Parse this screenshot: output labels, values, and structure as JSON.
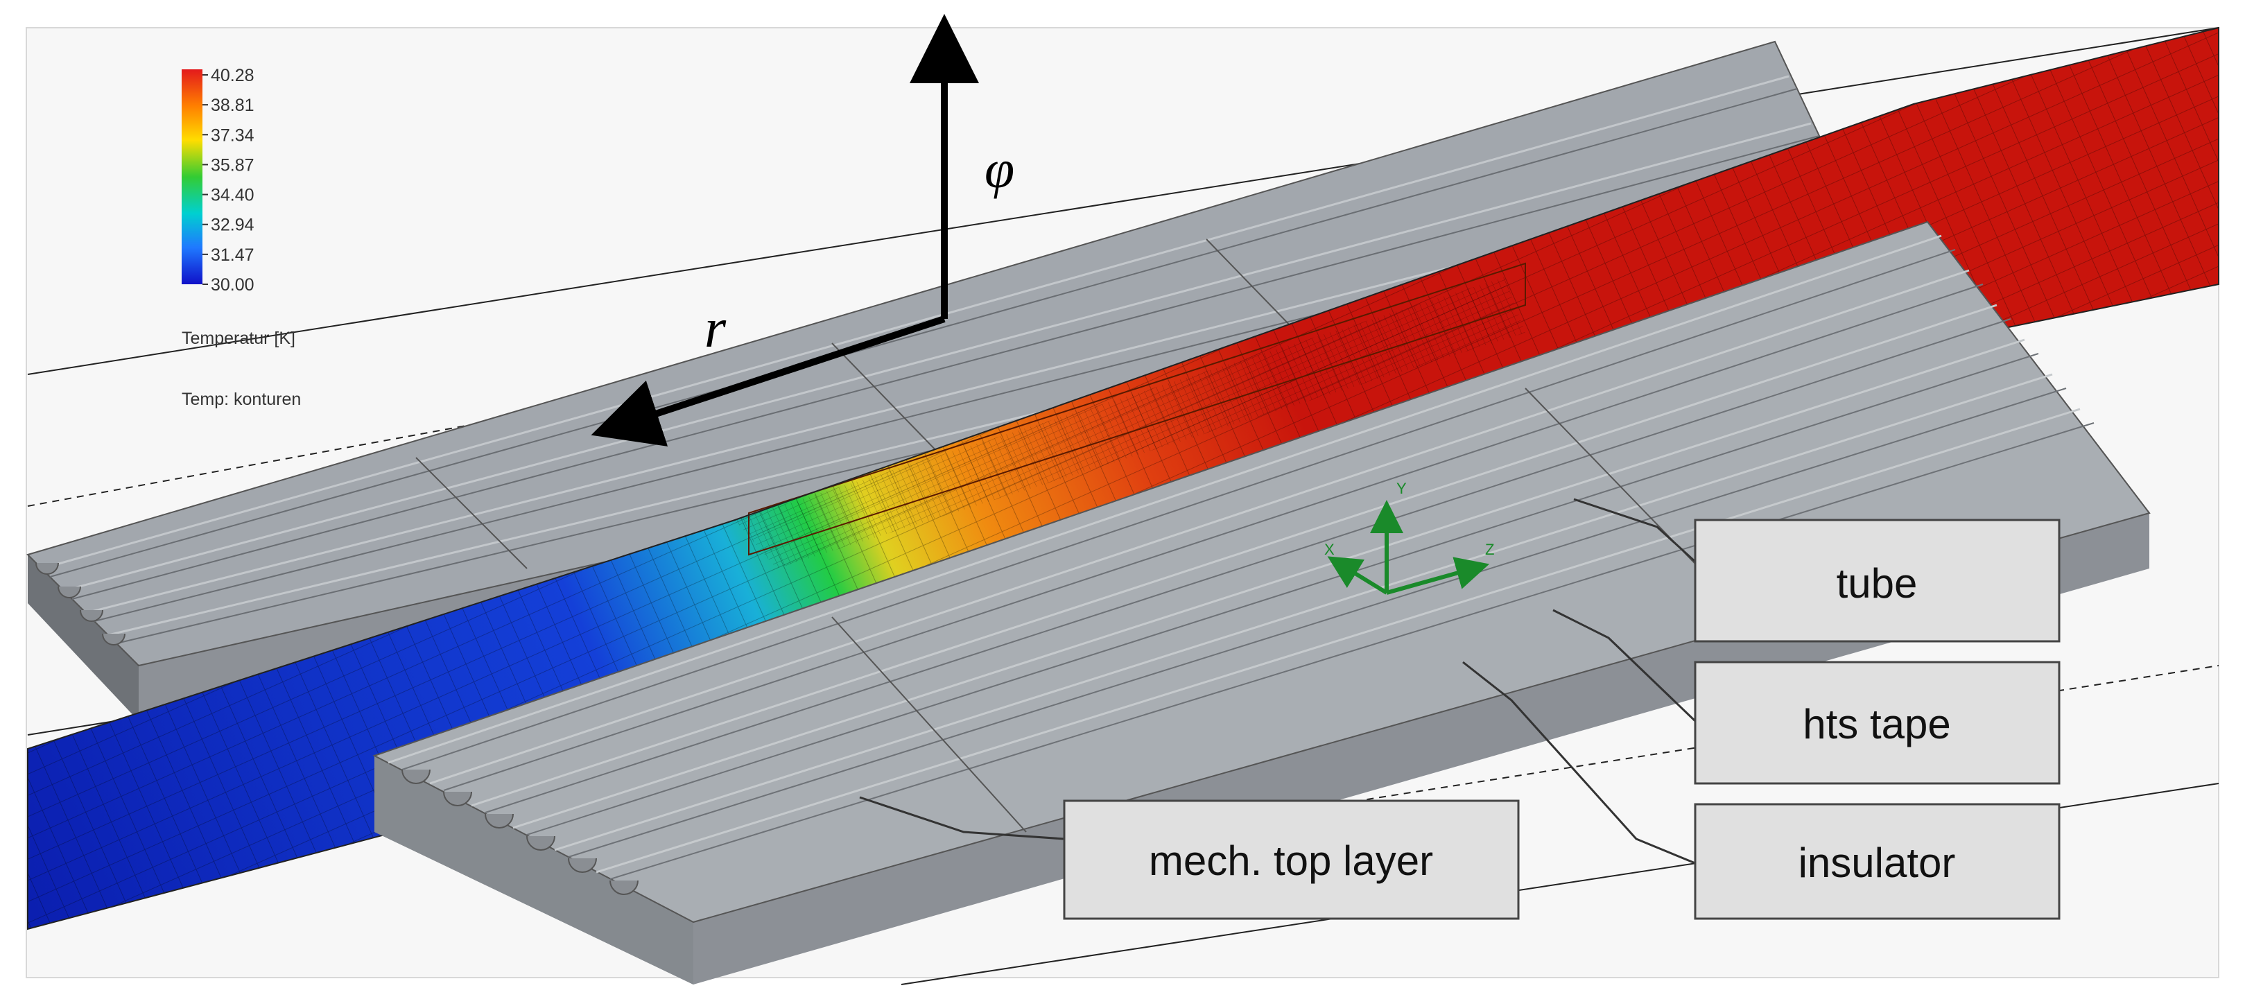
{
  "legend": {
    "ticks": [
      "40.28",
      "38.81",
      "37.34",
      "35.87",
      "34.40",
      "32.94",
      "31.47",
      "30.00"
    ],
    "quantity_label": "Temperatur [K]",
    "plot_label": "Temp: konturen",
    "colors": [
      "#e31a1c",
      "#ff7f00",
      "#ffdd00",
      "#33cc33",
      "#00d0d0",
      "#1f78ff",
      "#1010c8"
    ]
  },
  "axes": {
    "phi": "φ",
    "r": "r"
  },
  "triad": {
    "x": "X",
    "y": "Y",
    "z": "Z"
  },
  "callouts": [
    {
      "id": "tube",
      "label": "tube"
    },
    {
      "id": "hts",
      "label": "hts tape"
    },
    {
      "id": "insulator",
      "label": "insulator"
    },
    {
      "id": "mech",
      "label": "mech. top layer"
    }
  ],
  "colors": {
    "part_gray": "#9ea3a9",
    "part_gray_dark": "#7c8086",
    "part_gray_light": "#b4b8bd",
    "callout_fill": "#e0e0e0",
    "tape_hot": "#c8140c",
    "tape_cold": "#0b1fb0"
  }
}
